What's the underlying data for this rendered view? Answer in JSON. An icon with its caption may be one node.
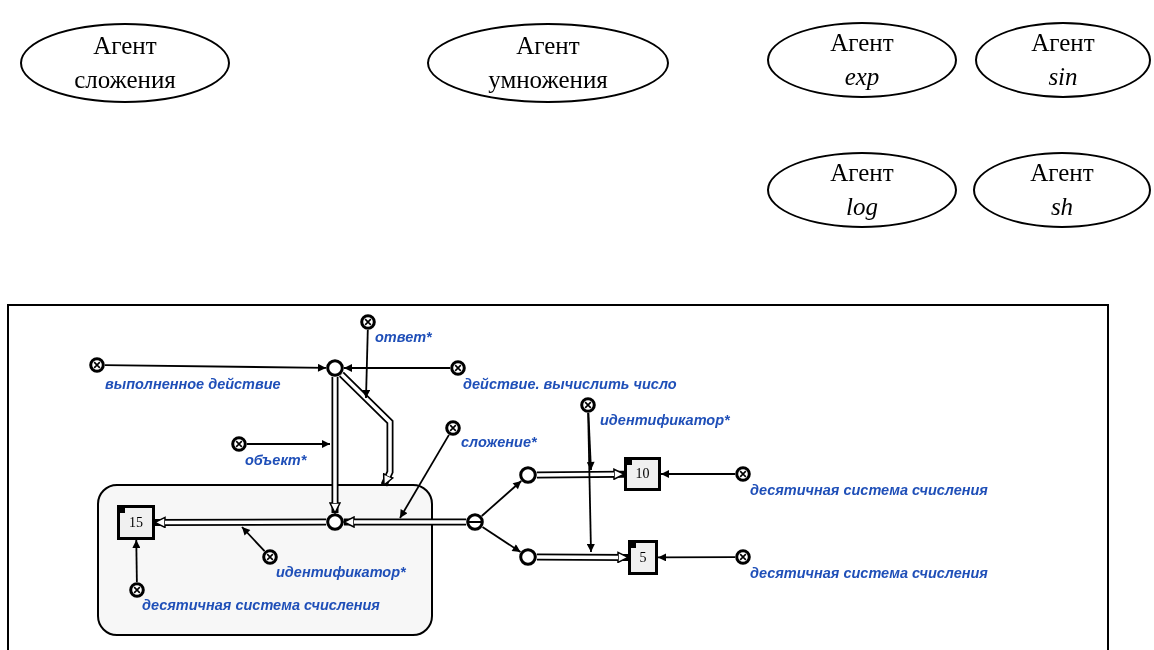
{
  "diagram": {
    "nodes": [
      {
        "text": [
          "Агент сложения"
        ]
      },
      {
        "text": [
          "Агент умножения"
        ]
      },
      {
        "text": [
          "Агент *exp*"
        ]
      },
      {
        "text": [
          "Агент *sin*"
        ]
      },
      {
        "text": [
          "Агент *log*"
        ]
      },
      {
        "text": [
          "Агент *sh*"
        ]
      },
      {
        "text": [],
        "shape": "circle",
        "beside": [
          "выполненное действие"
        ]
      },
      {
        "text": [],
        "shape": "circle",
        "beside": [
          "ответ*"
        ]
      },
      {
        "text": [],
        "shape": "circle"
      },
      {
        "text": [],
        "shape": "circle",
        "beside": [
          "действие. вычислить число"
        ]
      },
      {
        "text": [],
        "shape": "circle",
        "beside": [
          "объект*"
        ]
      },
      {
        "text": [],
        "shape": "circle",
        "beside": [
          "сложение*"
        ]
      },
      {
        "text": [],
        "shape": "circle",
        "beside": [
          "идентификатор*"
        ]
      },
      {
        "text": [],
        "shape": "box"
      },
      {
        "text": [
          "15"
        ],
        "in": 13
      },
      {
        "text": [],
        "shape": "circle",
        "in": 13
      },
      {
        "text": [],
        "shape": "circle",
        "in": 13,
        "beside": [
          "идентификатор*"
        ]
      },
      {
        "text": [],
        "shape": "circle",
        "in": 13,
        "beside": [
          "десятичная система счисления"
        ]
      },
      {
        "text": [],
        "shape": "circle"
      },
      {
        "text": [],
        "shape": "circle"
      },
      {
        "text": [],
        "shape": "circle"
      },
      {
        "text": [
          "10"
        ]
      },
      {
        "text": [
          "5"
        ]
      },
      {
        "text": [],
        "shape": "circle",
        "beside": [
          "десятичная система счисления"
        ]
      },
      {
        "text": [],
        "shape": "circle",
        "beside": [
          "десятичная система счисления"
        ]
      }
    ],
    "edges": [
      {
        "from": 6,
        "to": 8,
        "arrow": "to"
      },
      {
        "from": 9,
        "to": 8,
        "arrow": "to"
      },
      {
        "from": 8,
        "to": 15,
        "arrow": "to",
        "style": "thick"
      },
      {
        "from": 8,
        "to": 13,
        "arrow": "to",
        "style": "thick"
      },
      {
        "from": 7,
        "to": null,
        "arrow": "to"
      },
      {
        "from": 10,
        "to": null,
        "arrow": "to"
      },
      {
        "from": 18,
        "to": 15,
        "arrow": "to",
        "style": "thick"
      },
      {
        "from": 11,
        "to": null,
        "arrow": "to"
      },
      {
        "from": 15,
        "to": 14,
        "arrow": "to",
        "style": "thick"
      },
      {
        "from": 16,
        "to": null,
        "arrow": "to"
      },
      {
        "from": 17,
        "to": 14,
        "arrow": "to"
      },
      {
        "from": 18,
        "to": 19,
        "arrow": "to"
      },
      {
        "from": 18,
        "to": 20,
        "arrow": "to"
      },
      {
        "from": 19,
        "to": 21,
        "arrow": "to",
        "style": "thick"
      },
      {
        "from": 20,
        "to": 22,
        "arrow": "to",
        "style": "thick"
      },
      {
        "from": 12,
        "to": null,
        "arrow": "to"
      },
      {
        "from": 12,
        "to": null,
        "arrow": "to"
      },
      {
        "from": 23,
        "to": 21,
        "arrow": "to"
      },
      {
        "from": 24,
        "to": 22,
        "arrow": "to"
      }
    ]
  }
}
